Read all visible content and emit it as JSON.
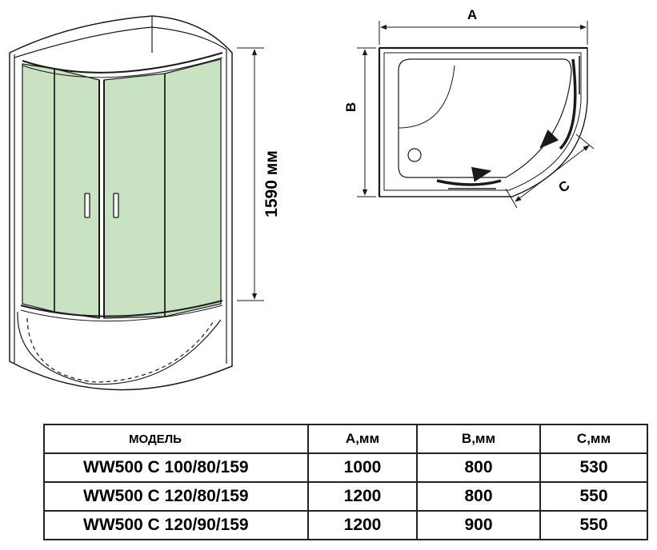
{
  "colors": {
    "glass": "#c8e2c2",
    "line": "#1a1a1a",
    "handle": "#ffffff"
  },
  "front_view": {
    "height_label": "1590 мм"
  },
  "plan_view": {
    "label_a": "A",
    "label_b": "B",
    "label_c": "C"
  },
  "table": {
    "headers": [
      "МОДЕЛЬ",
      "A,мм",
      "B,мм",
      "C,мм"
    ],
    "rows": [
      [
        "WW500 C 100/80/159",
        "1000",
        "800",
        "530"
      ],
      [
        "WW500 C 120/80/159",
        "1200",
        "800",
        "550"
      ],
      [
        "WW500 C 120/90/159",
        "1200",
        "900",
        "550"
      ]
    ]
  }
}
